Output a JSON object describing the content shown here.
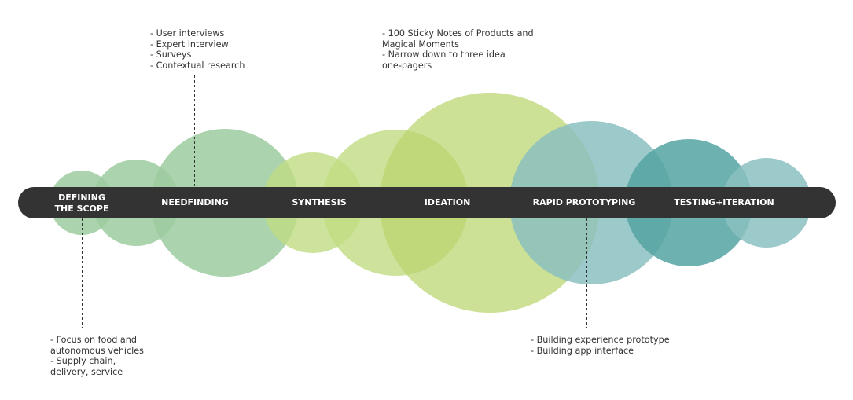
{
  "colors": {
    "bar": "#333333",
    "text": "#333333",
    "label": "#ffffff",
    "light_green": "#9ccb9f",
    "lime_light": "#c0dc82",
    "lime": "#b8d46e",
    "teal_light": "#8bbfbf",
    "teal": "#55a3a3"
  },
  "stages": [
    {
      "id": "scope",
      "label_lines": [
        "DEFINING",
        "THE SCOPE"
      ]
    },
    {
      "id": "needfinding",
      "label_lines": [
        "NEEDFINDING"
      ]
    },
    {
      "id": "synthesis",
      "label_lines": [
        "SYNTHESIS"
      ]
    },
    {
      "id": "ideation",
      "label_lines": [
        "IDEATION"
      ]
    },
    {
      "id": "prototyping",
      "label_lines": [
        "RAPID PROTOTYPING"
      ]
    },
    {
      "id": "testing",
      "label_lines": [
        "TESTING+ITERATION"
      ]
    }
  ],
  "notes": {
    "needfinding": [
      "- User interviews",
      "- Expert interview",
      "- Surveys",
      "- Contextual research"
    ],
    "ideation": [
      "- 100 Sticky Notes of Products and",
      "Magical Moments",
      "- Narrow down to three idea",
      "one-pagers"
    ],
    "scope": [
      "- Focus on food and",
      "autonomous vehicles",
      "- Supply chain,",
      "delivery, service"
    ],
    "prototyping": [
      "- Building experience prototype",
      "- Building app interface"
    ]
  }
}
